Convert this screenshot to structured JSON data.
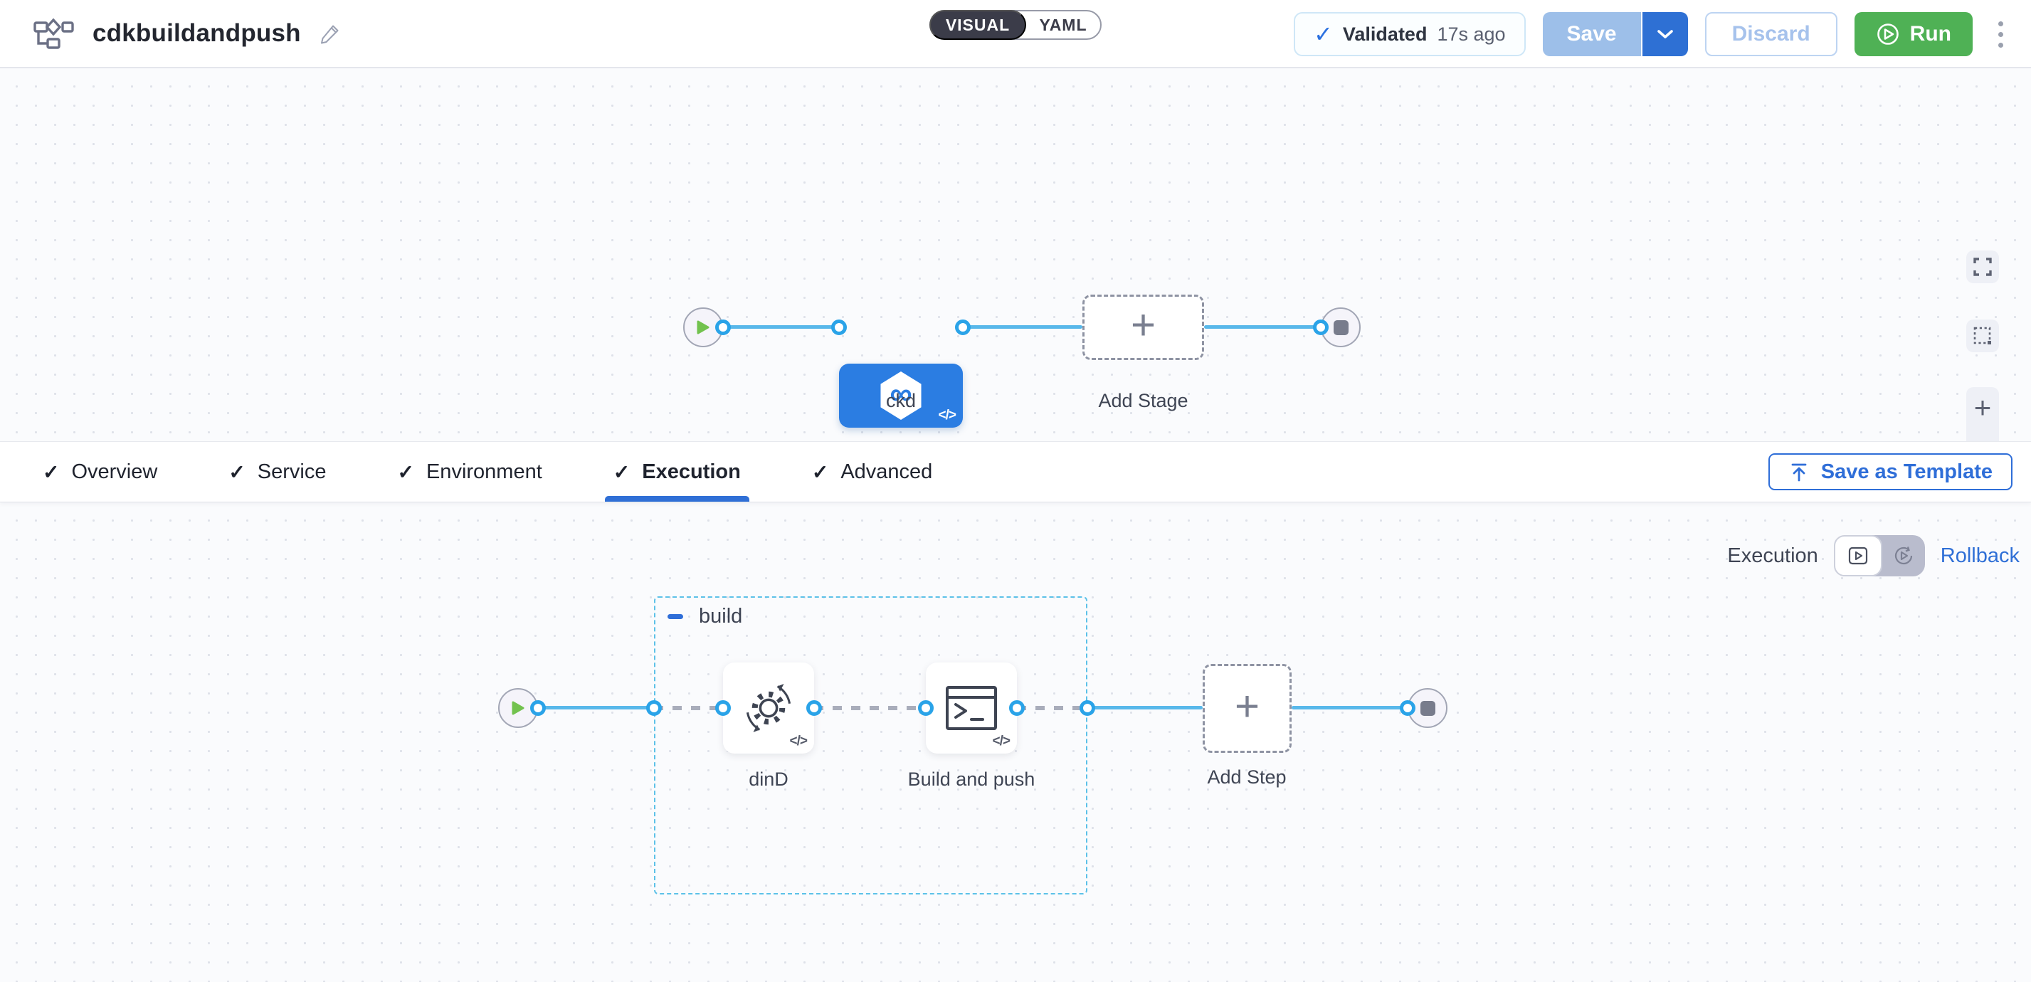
{
  "header": {
    "title": "cdkbuildandpush",
    "mode_toggle": {
      "visual_label": "VISUAL",
      "yaml_label": "YAML",
      "selected": "VISUAL"
    },
    "validation_badge": {
      "label": "Validated",
      "time_ago": "17s ago"
    },
    "buttons": {
      "save": "Save",
      "discard": "Discard",
      "run": "Run"
    }
  },
  "stage_pipeline": {
    "stage": {
      "name": "ckd"
    },
    "add_stage_label": "Add Stage"
  },
  "tabs": {
    "items": [
      {
        "label": "Overview"
      },
      {
        "label": "Service"
      },
      {
        "label": "Environment"
      },
      {
        "label": "Execution"
      },
      {
        "label": "Advanced"
      }
    ],
    "active": "Execution",
    "save_as_template_label": "Save as Template"
  },
  "execution": {
    "mode_label": "Execution",
    "rollback_label": "Rollback",
    "group": {
      "name": "build"
    },
    "steps": [
      {
        "name": "dinD"
      },
      {
        "name": "Build and push"
      }
    ],
    "add_step_label": "Add Step"
  },
  "icons": {
    "check": "✓",
    "plus": "+",
    "minus": "−",
    "infinity": "∞",
    "code_badge": "</>"
  },
  "colors": {
    "accent_blue": "#2f6fd6",
    "stage_blue": "#2b7de2",
    "edge_blue": "#58b8ea",
    "port_blue": "#2aa3e8",
    "run_green": "#4fb155",
    "save_disabled_blue": "#9dbfe9",
    "save_caret_blue": "#2e70d4",
    "group_border_blue": "#5cc1e8",
    "toggle_dark": "#3b3c49"
  }
}
